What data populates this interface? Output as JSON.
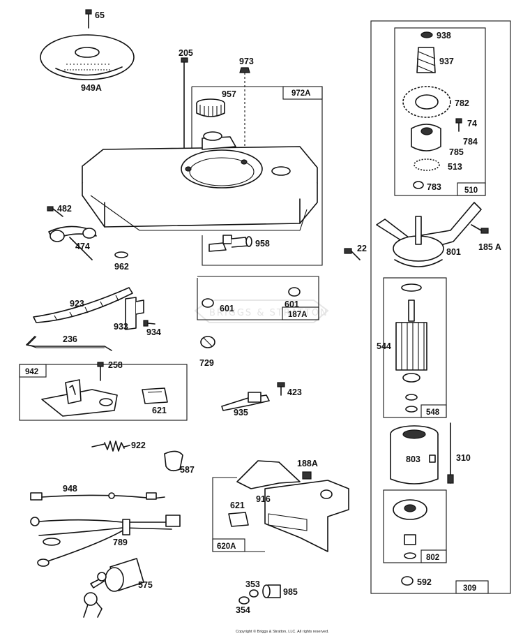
{
  "watermark": "BRIGGS & STRATTON",
  "copyright": "Copyright © Briggs & Stratton, LLC. All rights reserved.",
  "labels": {
    "p65": "65",
    "p949a": "949A",
    "p205": "205",
    "p973": "973",
    "p957": "957",
    "p972a": "972A",
    "p938": "938",
    "p937": "937",
    "p782": "782",
    "p74": "74",
    "p784": "784",
    "p785": "785",
    "p513": "513",
    "p783": "783",
    "p510": "510",
    "p482": "482",
    "p474": "474",
    "p962": "962",
    "p958": "958",
    "p22": "22",
    "p801": "801",
    "p185a": "185 A",
    "p923": "923",
    "p601a": "601",
    "p601b": "601",
    "p187a": "187A",
    "p933": "933",
    "p934": "934",
    "p236": "236",
    "p729": "729",
    "p544": "544",
    "p942": "942",
    "p258": "258",
    "p621a": "621",
    "p423": "423",
    "p935": "935",
    "p548": "548",
    "p922": "922",
    "p587": "587",
    "p188a": "188A",
    "p803": "803",
    "p310": "310",
    "p948": "948",
    "p916": "916",
    "p621b": "621",
    "p620a": "620A",
    "p789": "789",
    "p802": "802",
    "p575": "575",
    "p353": "353",
    "p985": "985",
    "p354": "354",
    "p592": "592",
    "p309": "309"
  }
}
